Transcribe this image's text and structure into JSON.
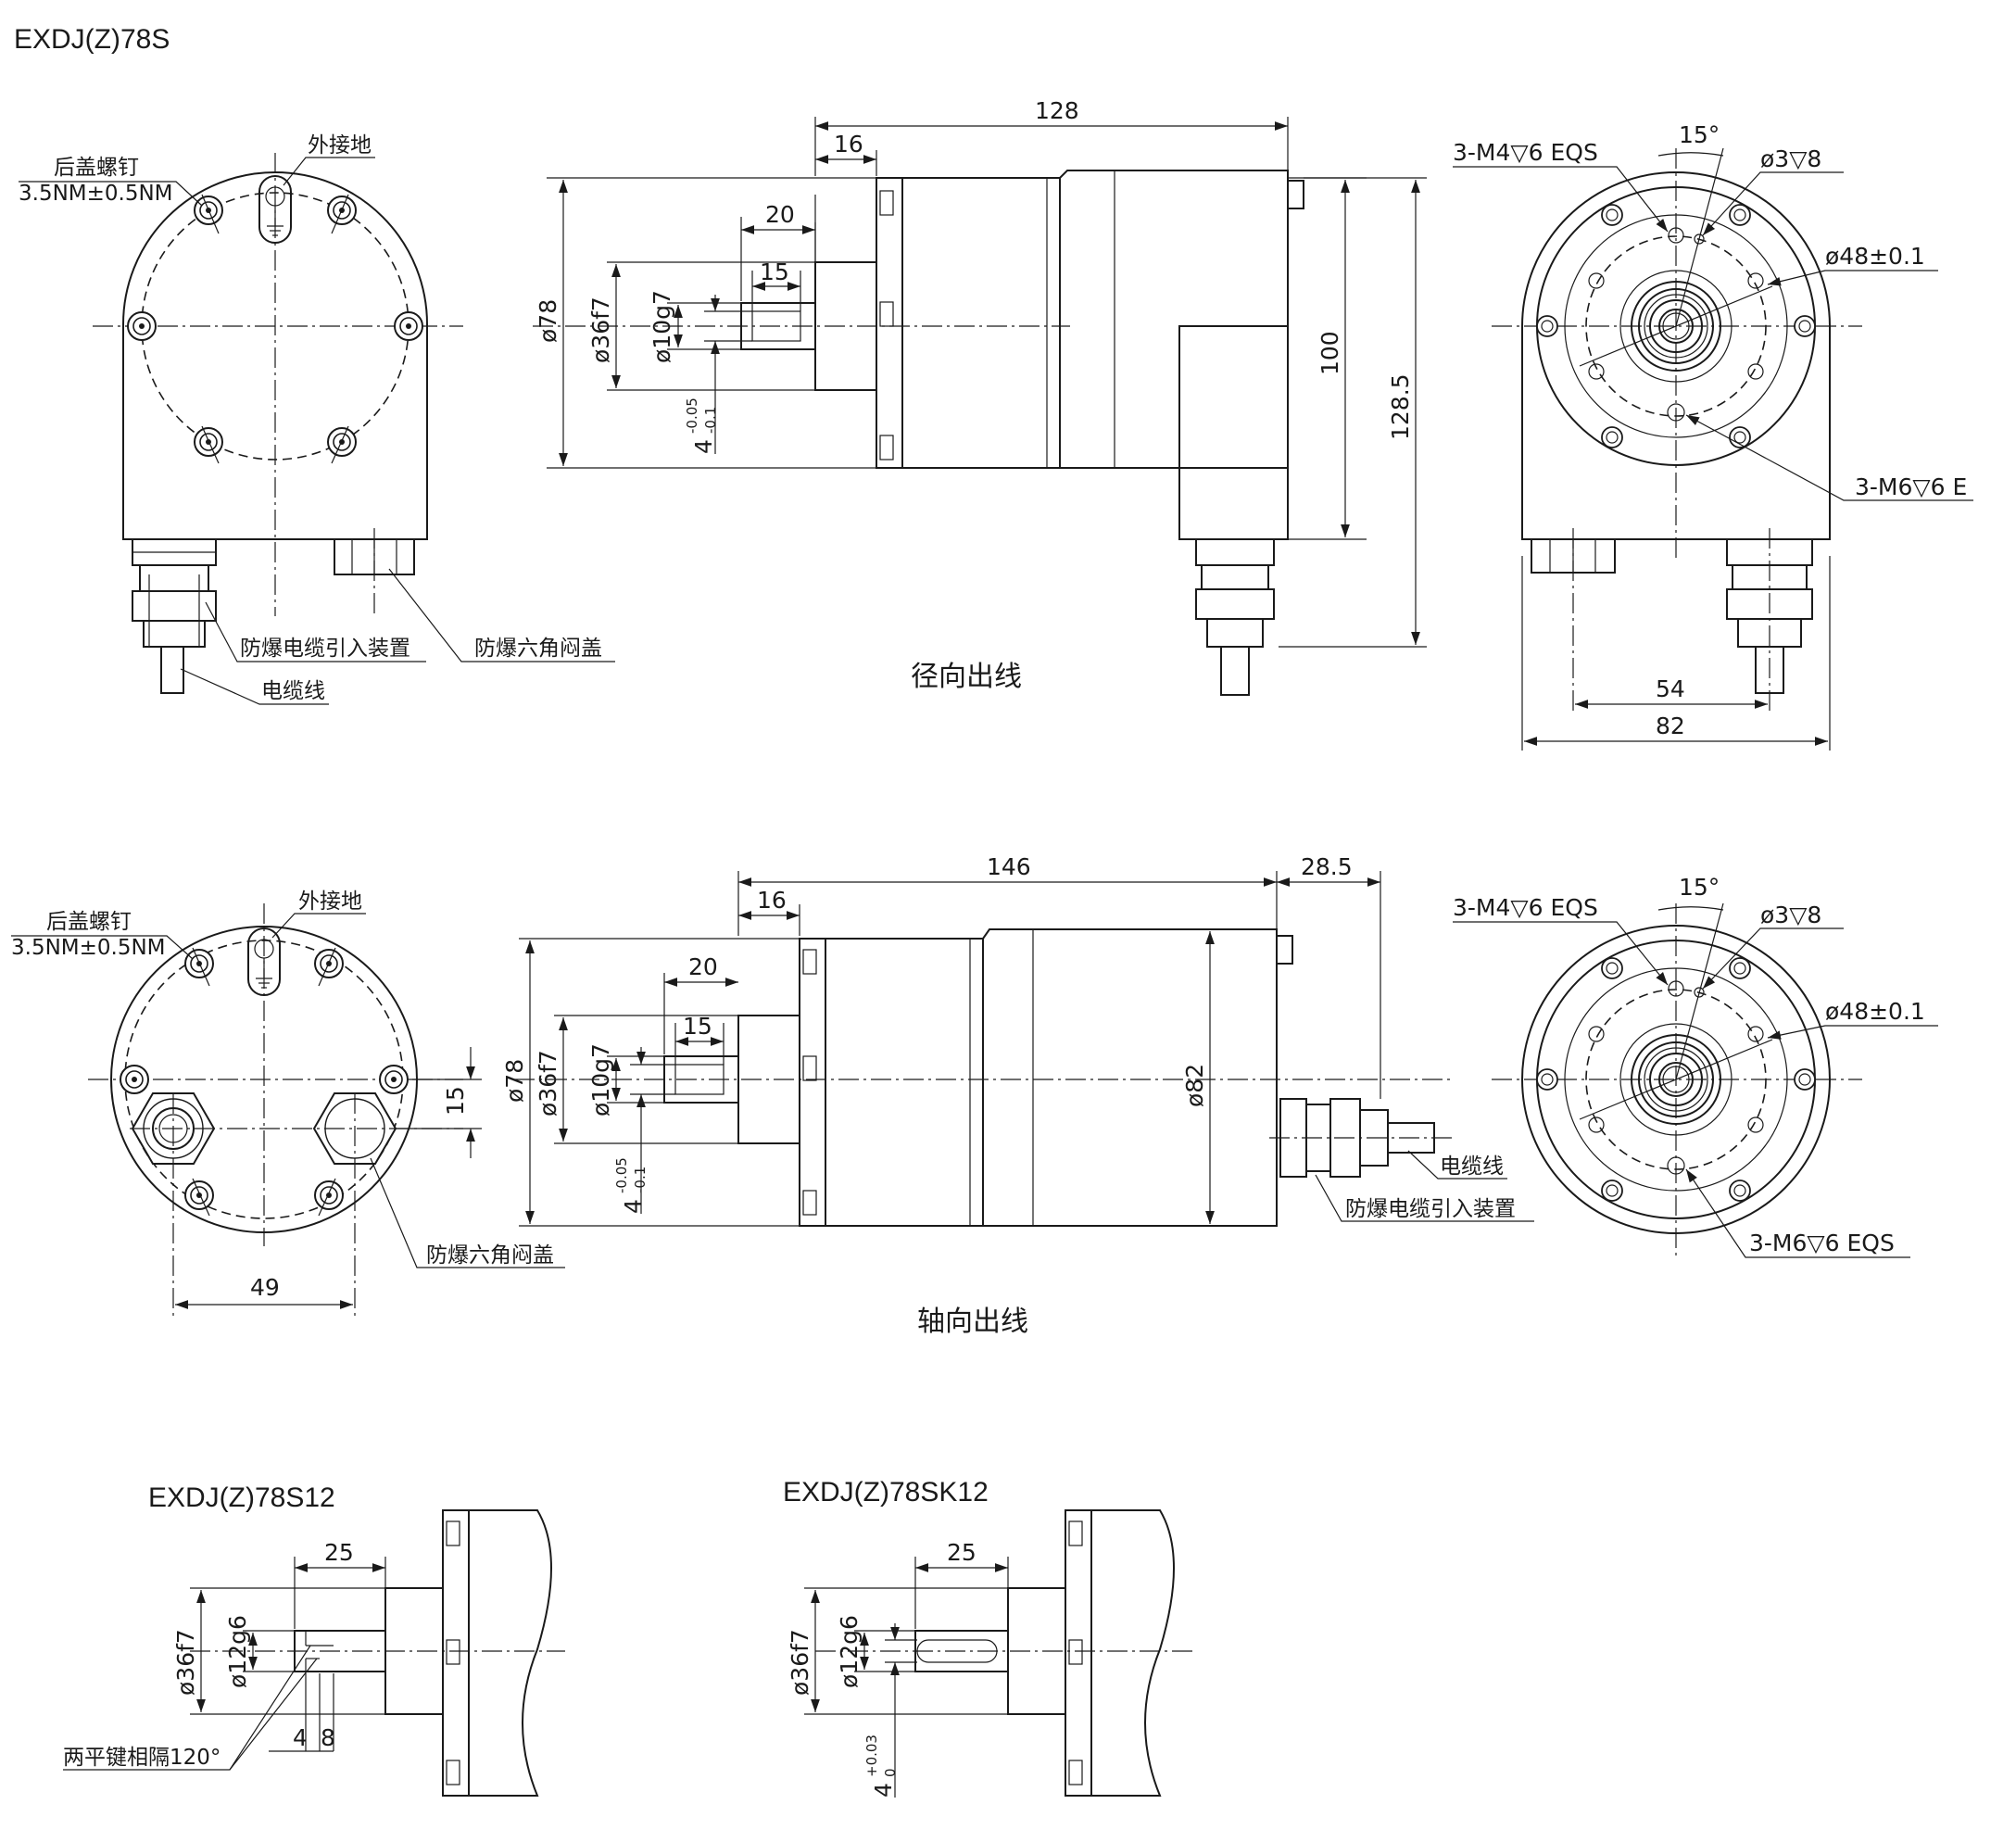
{
  "page_title": "EXDJ(Z)78S",
  "colors": {
    "line": "#1a1a1a",
    "background": "#ffffff"
  },
  "radial": {
    "caption": "径向出线",
    "back": {
      "rear_cover_screw": "后盖螺钉",
      "torque": "3.5NM±0.5NM",
      "ground": "外接地",
      "cable_gland": "防爆电缆引入装置",
      "hex_plug": "防爆六角闷盖",
      "cable": "电缆线"
    },
    "side": {
      "length": "128",
      "flange": "16",
      "shaft": "20",
      "key": "15",
      "pilot": "ø36f7",
      "shaft_dia": "ø10g7",
      "key_width": "4",
      "key_tol_upper": "-0.05",
      "key_tol_lower": "-0.1",
      "body_dia": "ø78",
      "height_100": "100",
      "height_total": "128.5"
    },
    "front": {
      "holes_m4": "3-M4▽6 EQS",
      "angle": "15°",
      "pin": "ø3▽8",
      "pcd": "ø48±0.1",
      "holes_m6": "3-M6▽6 E",
      "spacing": "54",
      "width": "82"
    }
  },
  "axial": {
    "caption": "轴向出线",
    "back": {
      "rear_cover_screw": "后盖螺钉",
      "torque": "3.5NM±0.5NM",
      "ground": "外接地",
      "hex_plug": "防爆六角闷盖",
      "offset": "15",
      "spacing": "49"
    },
    "side": {
      "length": "146",
      "gland_len": "28.5",
      "flange": "16",
      "shaft": "20",
      "key": "15",
      "body_dia": "ø78",
      "pilot": "ø36f7",
      "shaft_dia": "ø10g7",
      "key_width": "4",
      "key_tol_upper": "-0.05",
      "key_tol_lower": "-0.1",
      "motor_dia": "ø82",
      "cable": "电缆线",
      "cable_gland": "防爆电缆引入装置"
    },
    "front": {
      "holes_m4": "3-M4▽6 EQS",
      "angle": "15°",
      "pin": "ø3▽8",
      "pcd": "ø48±0.1",
      "holes_m6": "3-M6▽6 EQS"
    }
  },
  "s12": {
    "title": "EXDJ(Z)78S12",
    "shaft": "25",
    "pilot": "ø36f7",
    "shaft_dia": "ø12g6",
    "flat_a": "4",
    "flat_b": "8",
    "note": "两平键相隔120°"
  },
  "sk12": {
    "title": "EXDJ(Z)78SK12",
    "shaft": "25",
    "pilot": "ø36f7",
    "shaft_dia": "ø12g6",
    "key_width": "4",
    "key_tol_upper": "+0.03",
    "key_tol_lower": "0"
  }
}
